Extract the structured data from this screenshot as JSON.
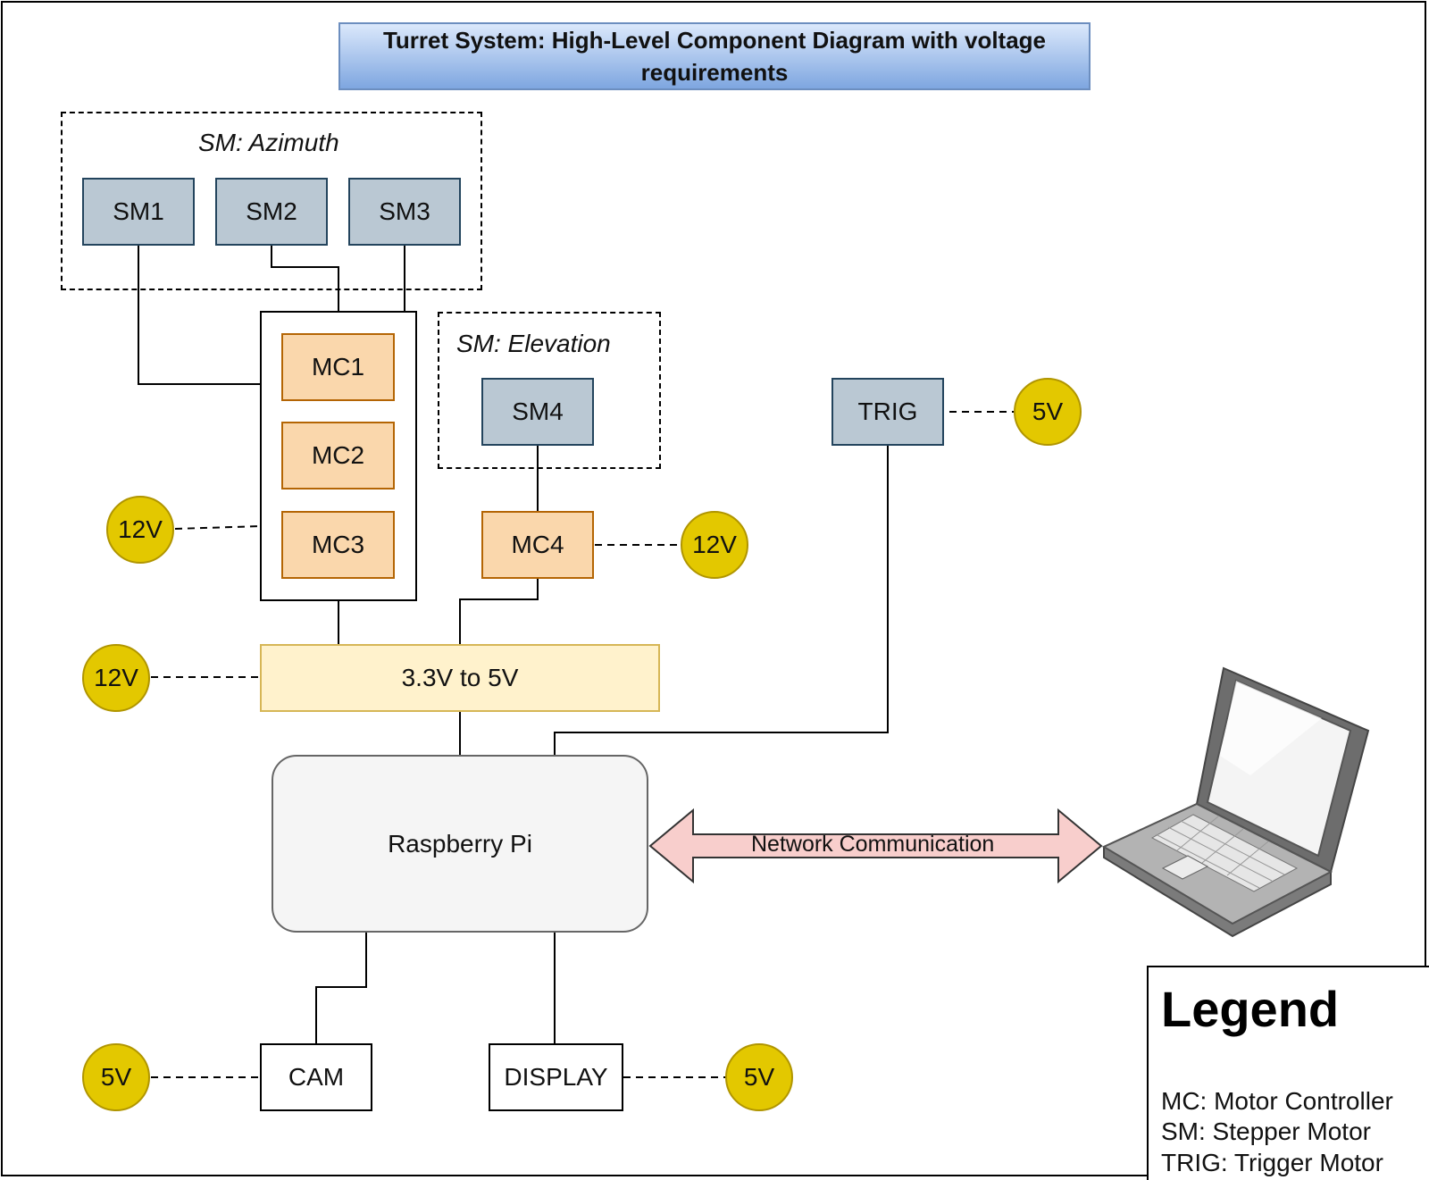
{
  "title": "Turret System: High-Level Component Diagram with voltage requirements",
  "groups": {
    "azimuth": "SM: Azimuth",
    "elevation": "SM: Elevation"
  },
  "stepper_motors": [
    "SM1",
    "SM2",
    "SM3",
    "SM4"
  ],
  "motor_controllers": [
    "MC1",
    "MC2",
    "MC3",
    "MC4"
  ],
  "trigger": "TRIG",
  "converter": "3.3V to 5V",
  "controller": "Raspberry Pi",
  "peripherals": {
    "camera": "CAM",
    "display": "DISPLAY"
  },
  "voltages": {
    "trig": "5V",
    "mc_group": "12V",
    "mc4": "12V",
    "converter": "12V",
    "cam": "5V",
    "display": "5V"
  },
  "network_label": "Network Communication",
  "legend": {
    "title": "Legend",
    "items": [
      "MC: Motor Controller",
      "SM: Stepper Motor",
      "TRIG: Trigger Motor"
    ]
  },
  "colors": {
    "stepper_fill": "#bac8d3",
    "controller_fill": "#fad7ac",
    "voltage_fill": "#e3c800",
    "converter_fill": "#fff2cc",
    "arrow_fill": "#f8cecc"
  },
  "icons": [
    "laptop-icon"
  ]
}
